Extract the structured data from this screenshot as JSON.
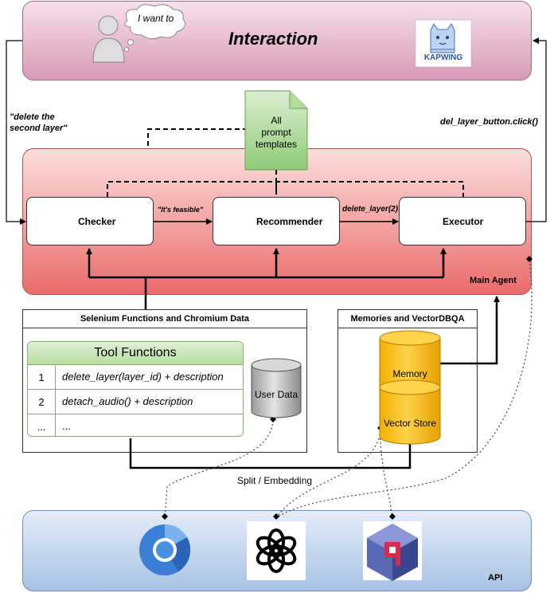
{
  "interaction": {
    "title": "Interaction",
    "bubble_text": "I want to",
    "logo_text": "KAPWING"
  },
  "left_command": "\"delete the\nsecond layer\"",
  "right_action": "del_layer_button.click()",
  "prompt_doc": "All\nprompt\ntemplates",
  "agent": {
    "checker": "Checker",
    "recommender": "Recommender",
    "executor": "Executor",
    "feasible_label": "\"It's feasible\"",
    "call_label": "delete_layer(2)",
    "label": "Main Agent"
  },
  "selenium": {
    "title": "Selenium Functions and Chromium Data",
    "tool_header": "Tool Functions",
    "rows": [
      {
        "num": "1",
        "text": "delete_layer(layer_id) + description"
      },
      {
        "num": "2",
        "text": "detach_audio() + description"
      },
      {
        "num": "...",
        "text": "..."
      }
    ],
    "user_data": "User Data"
  },
  "memories": {
    "title": "Memories and VectorDBQA",
    "memory": "Memory",
    "vector_store": "Vector Store"
  },
  "split_label": "Split / Embedding",
  "api": {
    "label": "API",
    "icons": [
      "chromium-icon",
      "openai-icon",
      "qdrant-icon"
    ]
  },
  "colors": {
    "interaction_fill": "#e7b7cb",
    "agent_fill": "#f3a6a0",
    "api_fill": "#c5d8ef",
    "tool_header": "#c8e4b0",
    "memory_fill": "#f3b400"
  }
}
